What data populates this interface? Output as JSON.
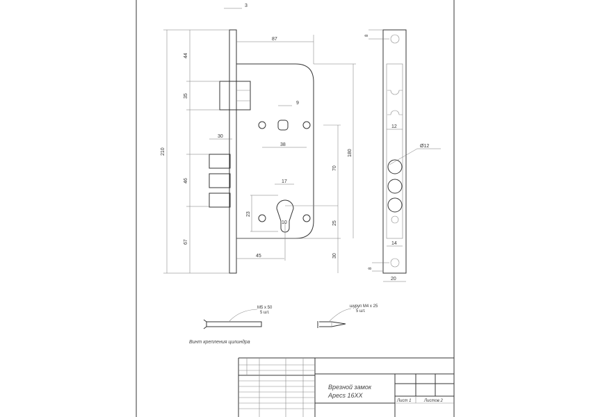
{
  "drawing": {
    "dimensions": {
      "overall_height": "210",
      "top_to_latch": "44",
      "latch_height": "35",
      "deadbolt_span": "46",
      "bottom_offset": "67",
      "deadbolt_length": "30",
      "backset_body": "87",
      "faceplate_thickness": "3",
      "spindle_square": "9",
      "handle_screw_spacing": "38",
      "cylinder_width": "17",
      "cylinder_screw_offset": "23",
      "cylinder_bottom_width": "10",
      "cylinder_backset": "45",
      "center_distance": "70",
      "cylinder_to_bottom": "25",
      "body_to_plate_end": "30",
      "body_height": "180",
      "strike_latch_width": "12",
      "strike_hole_diameter": "Ø12",
      "strike_slot_width": "14",
      "strike_width": "20",
      "strike_top_offset": "8",
      "strike_bottom_offset": "8"
    },
    "screws": {
      "cylinder_screw_spec": "M5 x 50",
      "cylinder_screw_qty": "5 шт.",
      "wood_screw_spec": "шуруп M4 x 25",
      "wood_screw_qty": "5 шт.",
      "cylinder_screw_caption": "Винт крепления цилиндра"
    },
    "title_block": {
      "name_line1": "Врезной замок",
      "name_line2": "Apecs 16XX",
      "sheet": "Лист 1",
      "sheets": "Листов 2"
    }
  }
}
